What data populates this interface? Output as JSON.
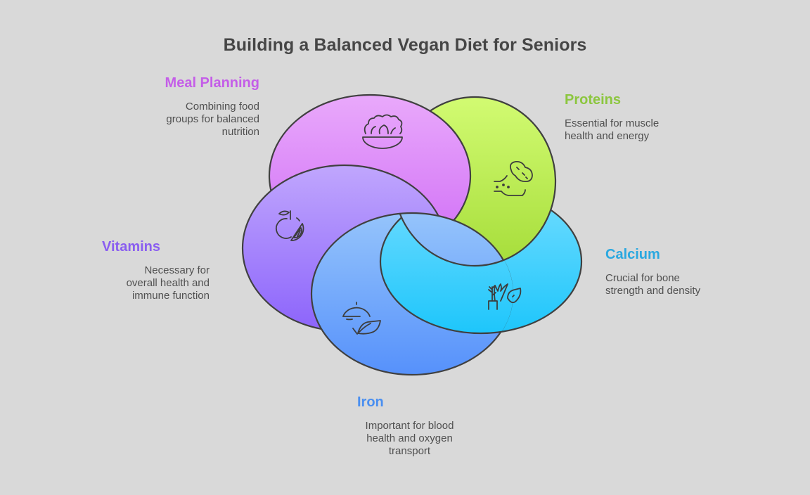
{
  "title": "Building a Balanced Vegan Diet for Seniors",
  "segments": [
    {
      "id": "meal-planning",
      "title": "Meal Planning",
      "description_lines": [
        "Combining food",
        "groups for balanced",
        "nutrition"
      ],
      "icon": "salad-bowl-icon",
      "color": "#c45ee8",
      "gradient": [
        "#e9a9fb",
        "#cf6cf6"
      ]
    },
    {
      "id": "proteins",
      "title": "Proteins",
      "description_lines": [
        "Essential for muscle",
        "health and energy"
      ],
      "icon": "peanut-hand-icon",
      "color": "#8cc63f",
      "gradient": [
        "#d2fb72",
        "#a6dd3a"
      ]
    },
    {
      "id": "calcium",
      "title": "Calcium",
      "description_lines": [
        "Crucial for bone",
        "strength and density"
      ],
      "icon": "plants-leaf-icon",
      "color": "#2aa8e0",
      "gradient": [
        "#70dcff",
        "#1ec6fb"
      ]
    },
    {
      "id": "iron",
      "title": "Iron",
      "description_lines": [
        "Important for blood",
        "health and oxygen",
        "transport"
      ],
      "icon": "cloche-leaf-icon",
      "color": "#4a8ff0",
      "gradient": [
        "#95c4fb",
        "#5691fb"
      ]
    },
    {
      "id": "vitamins",
      "title": "Vitamins",
      "description_lines": [
        "Necessary for",
        "overall health and",
        "immune function"
      ],
      "icon": "orange-slice-icon",
      "color": "#8a5ef0",
      "gradient": [
        "#c0a6fd",
        "#8c64fb"
      ]
    }
  ],
  "outline_color": "#404040"
}
